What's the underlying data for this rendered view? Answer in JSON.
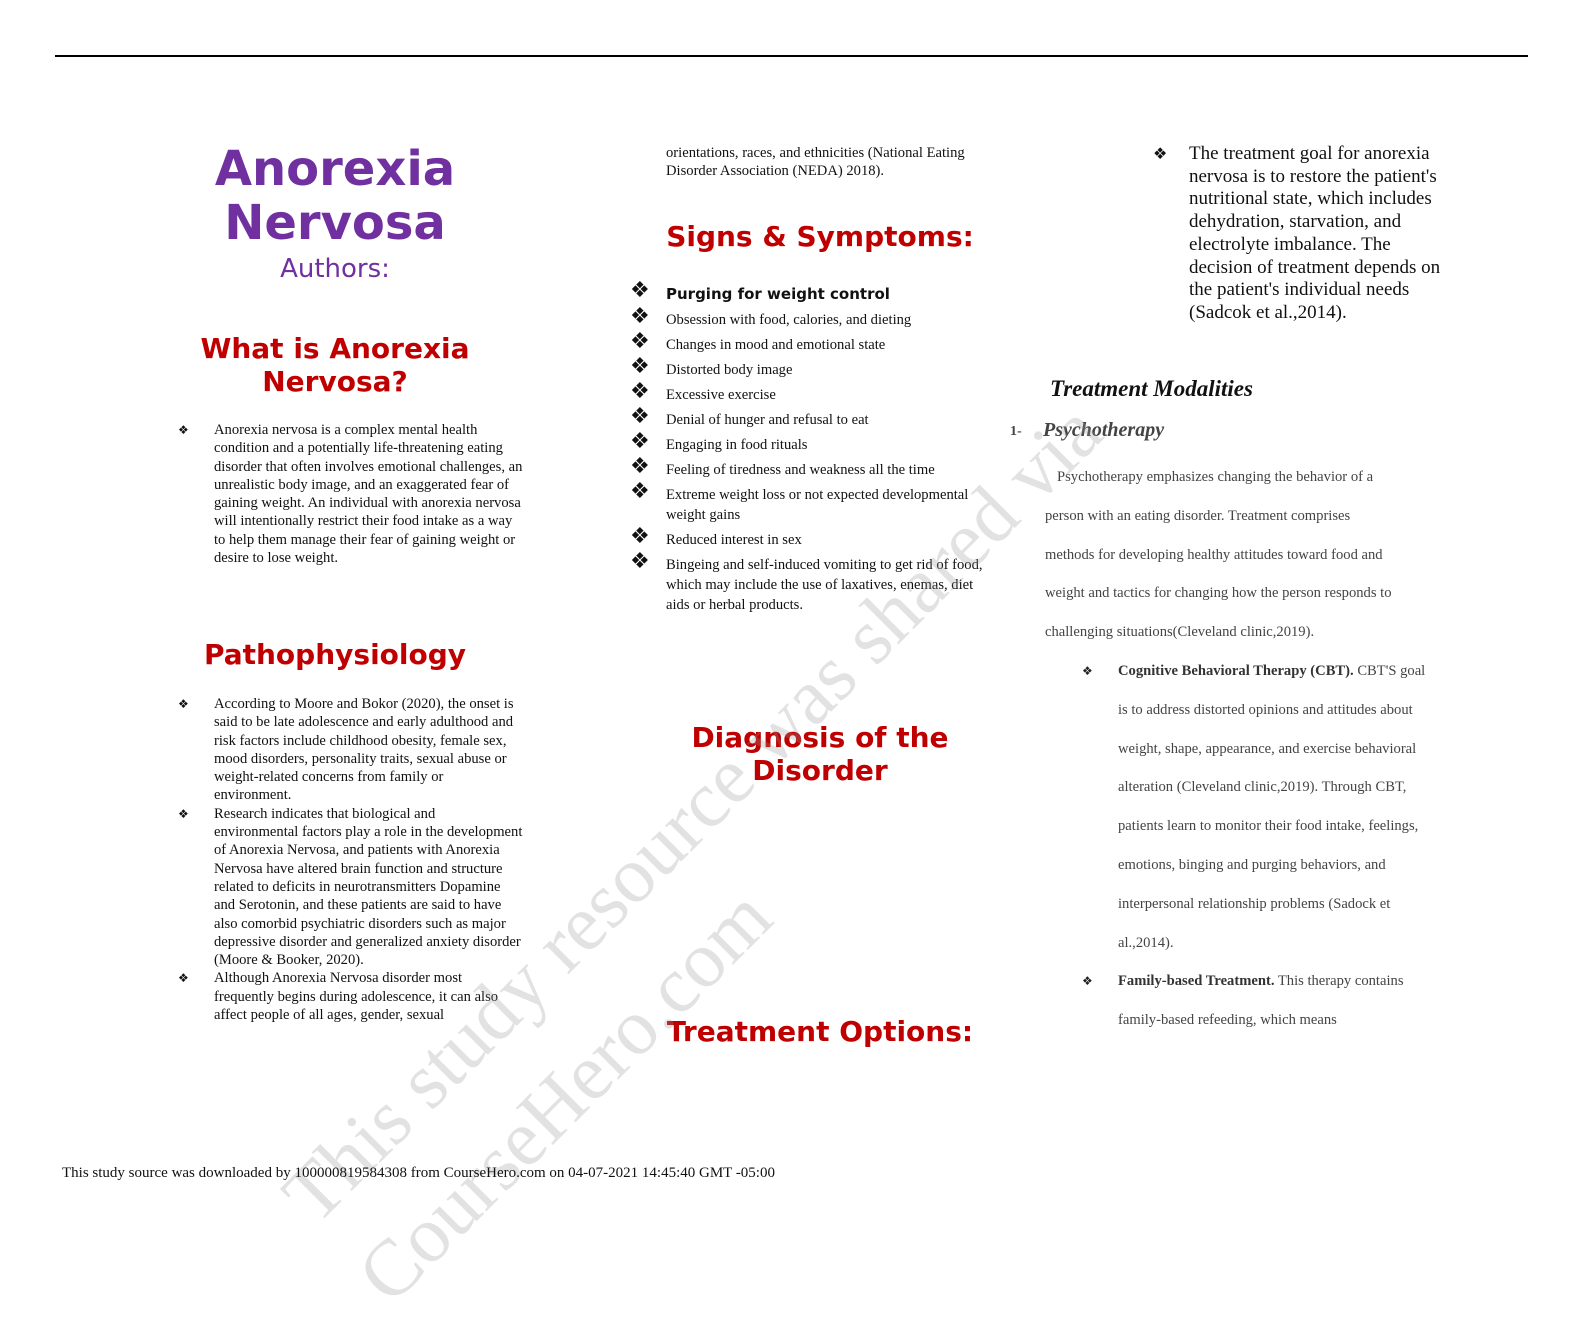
{
  "header": {
    "title_line1": "Anorexia",
    "title_line2": "Nervosa",
    "authors_label": "Authors:"
  },
  "colors": {
    "title": "#7030a0",
    "heading": "#c00000",
    "rule": "#000000",
    "body_grey": "#444444"
  },
  "col1": {
    "what_heading": "What is Anorexia Nervosa?",
    "what_bullets": [
      "Anorexia nervosa is a complex mental health condition and a potentially life-threatening eating disorder that often involves emotional challenges, an unrealistic body image, and an exaggerated fear of gaining weight. An individual with anorexia nervosa will intentionally restrict their food intake as a way to help them manage their fear of gaining weight or desire to lose weight."
    ],
    "patho_heading": "Pathophysiology",
    "patho_bullets": [
      "According to Moore and Bokor (2020), the onset is said to be late adolescence and early adulthood and risk factors include childhood obesity, female sex, mood disorders, personality traits, sexual abuse or weight-related concerns from family or environment.",
      "Research indicates that biological and environmental factors play a role in the development of Anorexia Nervosa, and patients with Anorexia Nervosa have altered brain function and structure related to deficits in neurotransmitters Dopamine and Serotonin, and these patients are said to have also comorbid psychiatric disorders such as major depressive disorder and generalized anxiety disorder (Moore & Booker, 2020).",
      "Although Anorexia Nervosa disorder most frequently begins during adolescence, it can also affect people of all ages, gender, sexual"
    ]
  },
  "col2": {
    "continuation": "orientations, races, and ethnicities (National Eating Disorder Association (NEDA) 2018).",
    "signs_heading": "Signs & Symptoms:",
    "signs": [
      "Purging for weight control",
      "Obsession with food, calories, and dieting",
      "Changes in mood and emotional state",
      "Distorted body image",
      "Excessive exercise",
      "Denial of hunger and refusal to eat",
      "Engaging in food rituals",
      "Feeling of tiredness and weakness all the time",
      "Extreme weight loss or not expected developmental weight gains",
      "Reduced interest in sex",
      "Bingeing and self-induced vomiting to get rid of food, which may include the use of laxatives, enemas, diet aids or herbal products."
    ],
    "diagnosis_heading": "Diagnosis of the Disorder",
    "treatment_options_heading": "Treatment Options:"
  },
  "col3": {
    "goal": "The treatment goal for anorexia nervosa is to restore the patient's nutritional state, which includes dehydration, starvation, and electrolyte imbalance. The decision of treatment depends on the patient's individual needs (Sadcok et al.,2014).",
    "modalities_heading": "Treatment Modalities",
    "psychotherapy_number": "1-",
    "psychotherapy_title": "Psychotherapy",
    "psychotherapy_lines": [
      "Psychotherapy emphasizes changing the behavior of a",
      "person with an eating disorder. Treatment comprises",
      "methods for developing healthy attitudes toward food and",
      "weight and tactics for changing how the person responds to",
      "challenging situations(Cleveland clinic,2019)."
    ],
    "therapies": [
      {
        "name": "Cognitive Behavioral Therapy (CBT).",
        "text": "CBT'S goal is to address distorted opinions and attitudes about weight, shape, appearance, and exercise behavioral alteration (Cleveland clinic,2019). Through CBT, patients learn to monitor their food intake, feelings, emotions, binging and purging behaviors, and interpersonal relationship problems (Sadock et al.,2014)."
      },
      {
        "name": "Family-based Treatment.",
        "text": "This therapy contains family-based refeeding, which means"
      }
    ]
  },
  "bullets": {
    "small": "❖",
    "large": "❖"
  },
  "footer": "This study source was downloaded by 100000819584308 from CourseHero.com on 04-07-2021 14:45:40 GMT -05:00",
  "watermark": {
    "line1": "This study resource was shared via",
    "line2": "CourseHero.com"
  }
}
